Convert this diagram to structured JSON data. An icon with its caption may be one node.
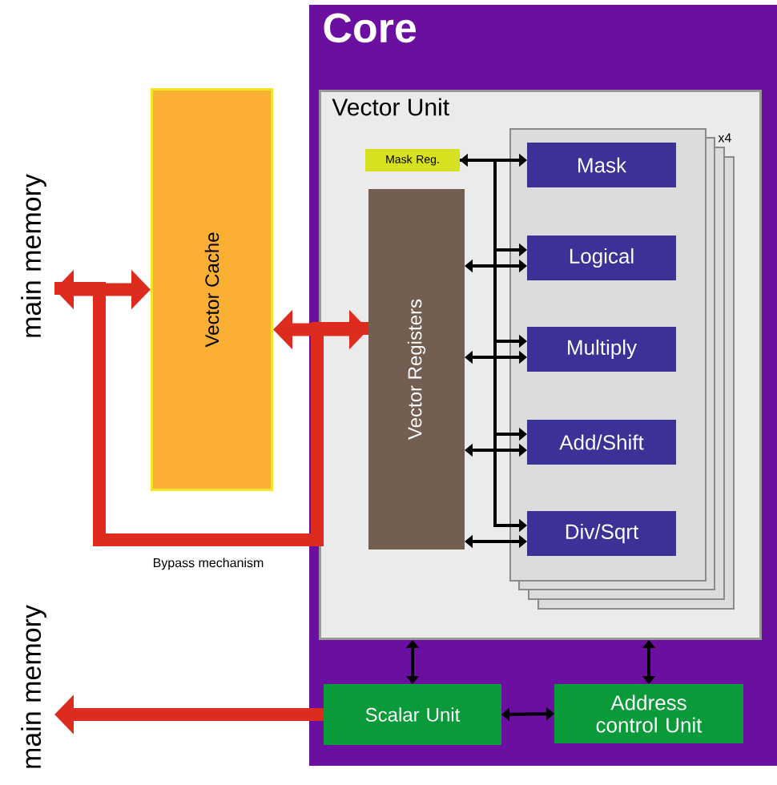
{
  "diagram": {
    "nodes": [
      {
        "text": [
          "Core"
        ]
      },
      {
        "text": [
          "Vector Unit"
        ],
        "in": 0
      },
      {
        "text": [],
        "shape": "box",
        "in": 1,
        "beside": [
          "x4"
        ]
      },
      {
        "text": [
          "Mask Reg."
        ],
        "in": 1
      },
      {
        "text": [
          "Vector Registers"
        ],
        "in": 1
      },
      {
        "text": [
          "Mask"
        ],
        "in": 2
      },
      {
        "text": [
          "Logical"
        ],
        "in": 2
      },
      {
        "text": [
          "Multiply"
        ],
        "in": 2
      },
      {
        "text": [
          "Add/Shift"
        ],
        "in": 2
      },
      {
        "text": [
          "Div/Sqrt"
        ],
        "in": 2
      },
      {
        "text": [
          "Vector Cache"
        ]
      },
      {
        "text": [
          "main memory"
        ]
      },
      {
        "text": [
          "main memory"
        ]
      },
      {
        "text": [
          "Scalar Unit"
        ],
        "in": 0
      },
      {
        "text": [
          "Address control Unit"
        ],
        "in": 0
      }
    ],
    "edges": [
      {
        "from": 11,
        "to": 10,
        "arrow": "both",
        "style": "thick",
        "color": "#dd2c1e"
      },
      {
        "from": 10,
        "to": 4,
        "arrow": "both",
        "style": "thick",
        "color": "#dd2c1e"
      },
      {
        "from": 11,
        "to": 4,
        "arrow": "none",
        "style": "thick",
        "color": "#dd2c1e",
        "label": "Bypass mechanism"
      },
      {
        "from": 3,
        "to": 5,
        "arrow": "both"
      },
      {
        "from": 3,
        "to": 6,
        "arrow": "to"
      },
      {
        "from": 3,
        "to": 7,
        "arrow": "to"
      },
      {
        "from": 3,
        "to": 8,
        "arrow": "to"
      },
      {
        "from": 3,
        "to": 9,
        "arrow": "to"
      },
      {
        "from": 4,
        "to": 6,
        "arrow": "both"
      },
      {
        "from": 4,
        "to": 7,
        "arrow": "both"
      },
      {
        "from": 4,
        "to": 8,
        "arrow": "both"
      },
      {
        "from": 4,
        "to": 9,
        "arrow": "both"
      },
      {
        "from": 1,
        "to": 13,
        "arrow": "both"
      },
      {
        "from": 1,
        "to": 14,
        "arrow": "both"
      },
      {
        "from": 13,
        "to": 14,
        "arrow": "both"
      },
      {
        "from": 13,
        "to": 12,
        "arrow": "to",
        "style": "thick",
        "color": "#dd2c1e"
      }
    ]
  }
}
